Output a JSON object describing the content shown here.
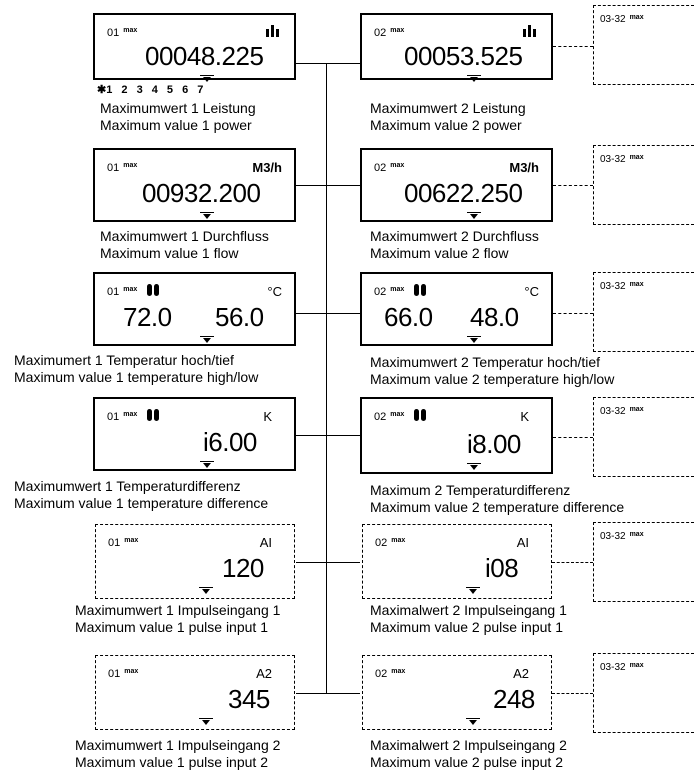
{
  "left": [
    {
      "index": "01",
      "max": "max",
      "unit": "",
      "value": "00048.225",
      "ticks": "✱1 2 3 4 5 6 7",
      "cap1": "Maximumwert 1 Leistung",
      "cap2": "Maximum value 1 power"
    },
    {
      "index": "01",
      "max": "max",
      "unit": "M3/h",
      "value": "00932.200",
      "cap1": "Maximumwert 1 Durchfluss",
      "cap2": "Maximum value 1 flow"
    },
    {
      "index": "01",
      "max": "max",
      "unit": "°C",
      "value_hi": "72.0",
      "value_lo": "56.0",
      "cap1": "Maximumert 1 Temperatur hoch/tief",
      "cap2": "Maximum value 1 temperature high/low"
    },
    {
      "index": "01",
      "max": "max",
      "unit": "K",
      "value": "i6.00",
      "cap1": "Maximumwert 1 Temperaturdifferenz",
      "cap2": "Maximum value 1 temperature difference"
    },
    {
      "index": "01",
      "max": "max",
      "unit": "AI",
      "value": "120",
      "cap1": "Maximumwert 1 Impulseingang 1",
      "cap2": "Maximum value 1 pulse input 1"
    },
    {
      "index": "01",
      "max": "max",
      "unit": "A2",
      "value": "345",
      "cap1": "Maximumwert 1 Impulseingang 2",
      "cap2": "Maximum value 1 pulse input 2"
    }
  ],
  "right": [
    {
      "index": "02",
      "max": "max",
      "unit": "",
      "value": "00053.525",
      "cap1": "Maximumwert 2 Leistung",
      "cap2": "Maximum value 2 power"
    },
    {
      "index": "02",
      "max": "max",
      "unit": "M3/h",
      "value": "00622.250",
      "cap1": "Maximumwert 2 Durchfluss",
      "cap2": "Maximum value 2 flow"
    },
    {
      "index": "02",
      "max": "max",
      "unit": "°C",
      "value_hi": "66.0",
      "value_lo": "48.0",
      "cap1": "Maximumwert 2 Temperatur hoch/tief",
      "cap2": "Maximum value 2 temperature high/low"
    },
    {
      "index": "02",
      "max": "max",
      "unit": "K",
      "value": "i8.00",
      "cap1": "Maximum 2 Temperaturdifferenz",
      "cap2": "Maximum value 2 temperature difference"
    },
    {
      "index": "02",
      "max": "max",
      "unit": "AI",
      "value": "i08",
      "cap1": "Maximalwert 2 Impulseingang 1",
      "cap2": "Maximum value 2 pulse input 1"
    },
    {
      "index": "02",
      "max": "max",
      "unit": "A2",
      "value": "248",
      "cap1": "Maximalwert 2 Impulseingang 2",
      "cap2": "Maximum value 2 pulse input 2"
    }
  ],
  "ghost": {
    "index": "03-32",
    "max": "max"
  }
}
